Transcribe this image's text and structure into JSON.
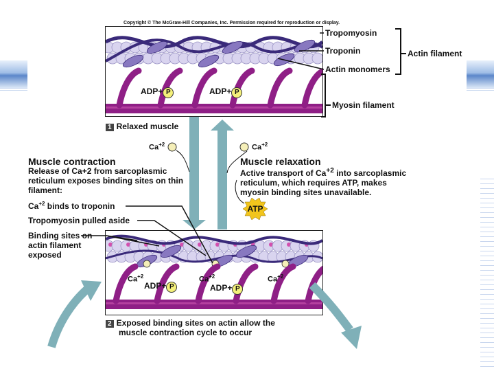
{
  "copyright": "Copyright © The McGraw-Hill Companies, Inc. Permission required for reproduction or display.",
  "labels": {
    "tropomyosin": "Tropomyosin",
    "troponin": "Troponin",
    "actin_monomers": "Actin monomers",
    "actin_filament": "Actin filament",
    "myosin_filament": "Myosin filament"
  },
  "step1": {
    "number": "1",
    "caption": "Relaxed muscle"
  },
  "step2": {
    "number": "2",
    "caption_line1": "Exposed binding sites on actin allow the",
    "caption_line2": "muscle contraction cycle to occur"
  },
  "ca": {
    "base": "Ca",
    "sup": "+2"
  },
  "adp": "ADP+",
  "p": "P",
  "atp": "ATP",
  "contraction": {
    "title": "Muscle contraction",
    "desc": "Release of Ca+2 from sarcoplasmic reticulum exposes binding sites on thin filament:",
    "binds_suffix": " binds to troponin",
    "pulled": "Tropomyosin pulled aside",
    "sites": "Binding sites on actin filament exposed"
  },
  "relaxation": {
    "title": "Muscle relaxation",
    "desc_pre": "Active transport of ",
    "desc_post": " into sarcoplasmic reticulum, which requires ATP, makes myosin binding sites unavailable."
  },
  "colors": {
    "actin": "#d9d4ef",
    "tropomyosin": "#3a2a7a",
    "troponin": "#8878c0",
    "myosin": "#8f1f86",
    "arrow": "#7fb0b8",
    "phosphate": "#f4f07a",
    "atp_burst": "#f2c51c"
  }
}
